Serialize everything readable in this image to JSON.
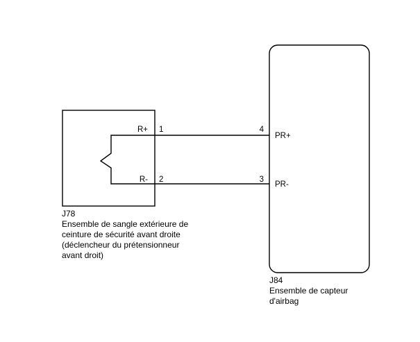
{
  "left_component": {
    "code": "J78",
    "description_lines": [
      "Ensemble de sangle extérieure de",
      "ceinture de sécurité avant droite",
      "(déclencheur du prétensionneur",
      "avant droit)"
    ],
    "pins": [
      {
        "signal": "R+",
        "number": "1"
      },
      {
        "signal": "R-",
        "number": "2"
      }
    ]
  },
  "right_component": {
    "code": "J84",
    "description_lines": [
      "Ensemble de capteur",
      "d'airbag"
    ],
    "pins": [
      {
        "signal": "PR+",
        "number": "4"
      },
      {
        "signal": "PR-",
        "number": "3"
      }
    ]
  }
}
